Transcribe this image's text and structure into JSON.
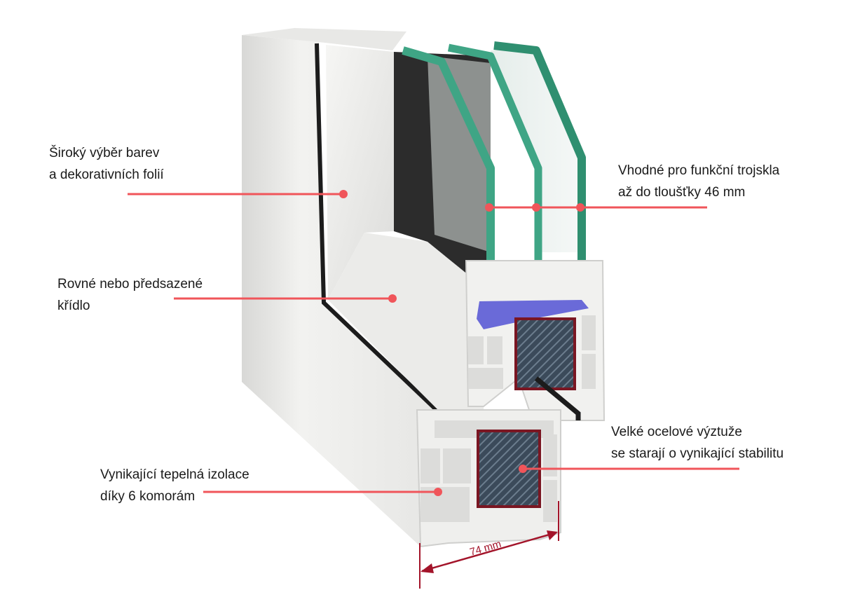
{
  "callouts": [
    {
      "lines": [
        "Široký výběr barev",
        "a dekorativních folií"
      ]
    },
    {
      "lines": [
        "Rovné nebo předsazené",
        "křídlo"
      ]
    },
    {
      "lines": [
        "Vhodné pro funkční trojskla",
        "až do tloušťky 46 mm"
      ]
    },
    {
      "lines": [
        "Velké ocelové výztuže",
        "se starají o vynikající stabilitu"
      ]
    },
    {
      "lines": [
        "Vynikající tepelná izolace",
        "díky 6 komorám"
      ]
    }
  ],
  "dimension": {
    "label": "74 mm"
  },
  "colors": {
    "accent": "#f0555a",
    "dimension": "#a3142a",
    "glass": "#3fa585",
    "seal": "#6a6ad8",
    "steel": "#3b4a5a"
  }
}
